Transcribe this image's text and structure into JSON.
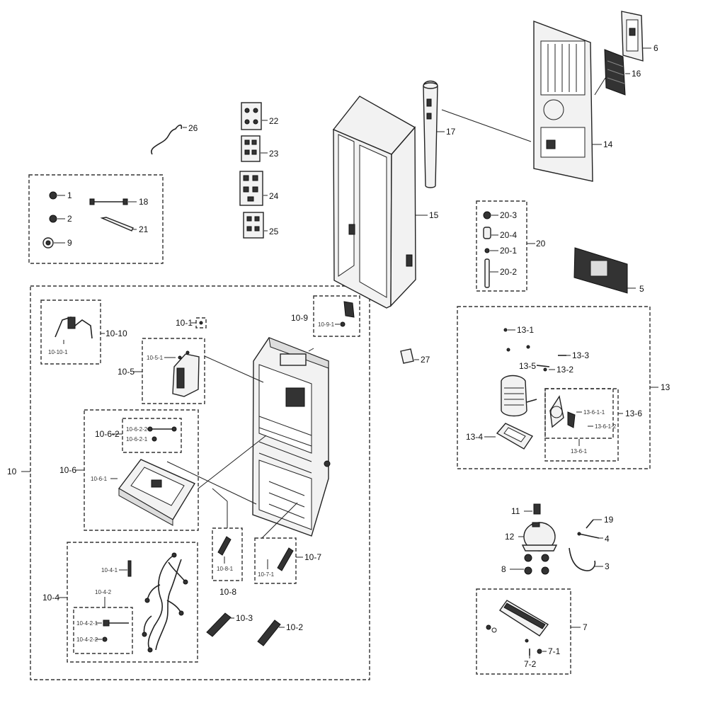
{
  "labels": {
    "l1": "1",
    "l2": "2",
    "l3": "3",
    "l4": "4",
    "l5": "5",
    "l6": "6",
    "l7": "7",
    "l7_1": "7-1",
    "l7_2": "7-2",
    "l8": "8",
    "l9": "9",
    "l10": "10",
    "l10_1": "10-1",
    "l10_2": "10-2",
    "l10_3": "10-3",
    "l10_4": "10-4",
    "l10_4_1": "10-4-1",
    "l10_4_2": "10-4-2",
    "l10_4_2_1": "10-4-2-1",
    "l10_4_2_2": "10-4-2-2",
    "l10_5": "10-5",
    "l10_5_1": "10-5-1",
    "l10_6": "10-6",
    "l10_6_1": "10-6-1",
    "l10_6_2": "10-6-2",
    "l10_6_2_1": "10-6-2-1",
    "l10_6_2_2": "10-6-2-2",
    "l10_7": "10-7",
    "l10_7_1": "10-7-1",
    "l10_8": "10-8",
    "l10_8_1": "10-8-1",
    "l10_9": "10-9",
    "l10_9_1": "10-9-1",
    "l10_10": "10-10",
    "l10_10_1": "10-10-1",
    "l11": "11",
    "l12": "12",
    "l13": "13",
    "l13_1": "13-1",
    "l13_2": "13-2",
    "l13_3": "13-3",
    "l13_4": "13-4",
    "l13_5": "13-5",
    "l13_6": "13-6",
    "l13_6_1": "13-6-1",
    "l13_6_1_1": "13-6-1-1",
    "l13_6_1_2": "13-6-1-2",
    "l14": "14",
    "l15": "15",
    "l16": "16",
    "l17": "17",
    "l18": "18",
    "l19": "19",
    "l20": "20",
    "l20_1": "20-1",
    "l20_2": "20-2",
    "l20_3": "20-3",
    "l20_4": "20-4",
    "l21": "21",
    "l22": "22",
    "l23": "23",
    "l24": "24",
    "l25": "25",
    "l26": "26",
    "l27": "27"
  },
  "colors": {
    "line": "#222222",
    "fill": "#f2f2f2",
    "dark": "#333333"
  }
}
